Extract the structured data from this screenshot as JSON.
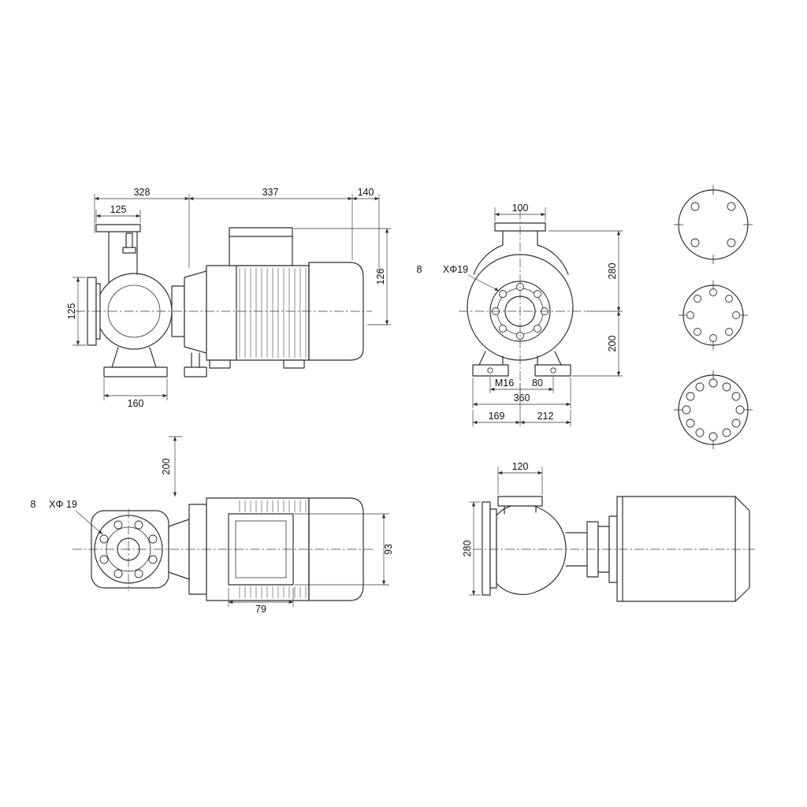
{
  "drawing": {
    "side_view": {
      "d328": "328",
      "d337": "337",
      "d140": "140",
      "d125_flange": "125",
      "d125_suction": "125",
      "d126": "126",
      "d160": "160"
    },
    "end_view": {
      "d100": "100",
      "hole_count": "8",
      "hole_size": "XΦ19",
      "d280": "280",
      "d200": "200",
      "m16": "M16",
      "d80": "80",
      "d360": "360",
      "d169": "169",
      "d212": "212"
    },
    "plan_view": {
      "d200": "200",
      "hole_count": "8",
      "hole_size": "XΦ 19",
      "d93": "93",
      "d79": "79"
    },
    "pump_plan_view": {
      "d120": "120",
      "d280": "280"
    }
  }
}
